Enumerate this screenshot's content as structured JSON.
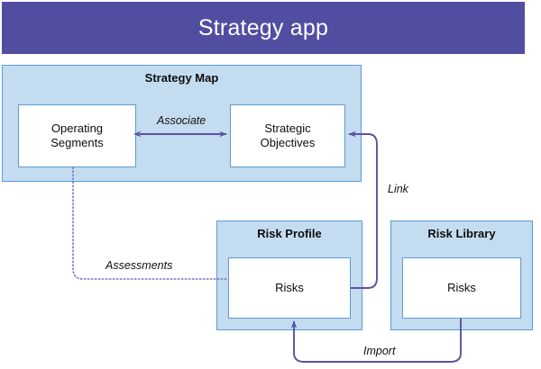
{
  "header": {
    "title": "Strategy app",
    "background_color": "#514EA2",
    "text_color": "#FFFFFF"
  },
  "theme": {
    "panel_fill": "#C4DCF0",
    "panel_border": "#5B9BD5",
    "node_fill": "#FFFFFF",
    "node_border": "#5B9BD5",
    "connector_color": "#5B52A3",
    "page_background": "#FFFFFF"
  },
  "panels": [
    {
      "id": "strategy-map",
      "title": "Strategy Map",
      "nodes": [
        {
          "id": "operating-segments",
          "label": "Operating\nSegments",
          "line1": "Operating",
          "line2": "Segments"
        },
        {
          "id": "strategic-objectives",
          "label": "Strategic\nObjectives",
          "line1": "Strategic",
          "line2": "Objectives"
        }
      ]
    },
    {
      "id": "risk-profile",
      "title": "Risk Profile",
      "nodes": [
        {
          "id": "risks-profile",
          "label": "Risks"
        }
      ]
    },
    {
      "id": "risk-library",
      "title": "Risk Library",
      "nodes": [
        {
          "id": "risks-library",
          "label": "Risks"
        }
      ]
    }
  ],
  "connectors": [
    {
      "id": "associate",
      "label": "Associate",
      "from": "operating-segments",
      "to": "strategic-objectives",
      "style": "solid",
      "arrows": "both"
    },
    {
      "id": "link",
      "label": "Link",
      "from": "risks-profile",
      "to": "strategic-objectives",
      "style": "solid",
      "arrows": "end"
    },
    {
      "id": "assessments",
      "label": "Assessments",
      "from": "operating-segments",
      "to": "risks-profile",
      "style": "dotted",
      "arrows": "none"
    },
    {
      "id": "import",
      "label": "Import",
      "from": "risks-library",
      "to": "risks-profile",
      "style": "solid",
      "arrows": "end"
    }
  ]
}
